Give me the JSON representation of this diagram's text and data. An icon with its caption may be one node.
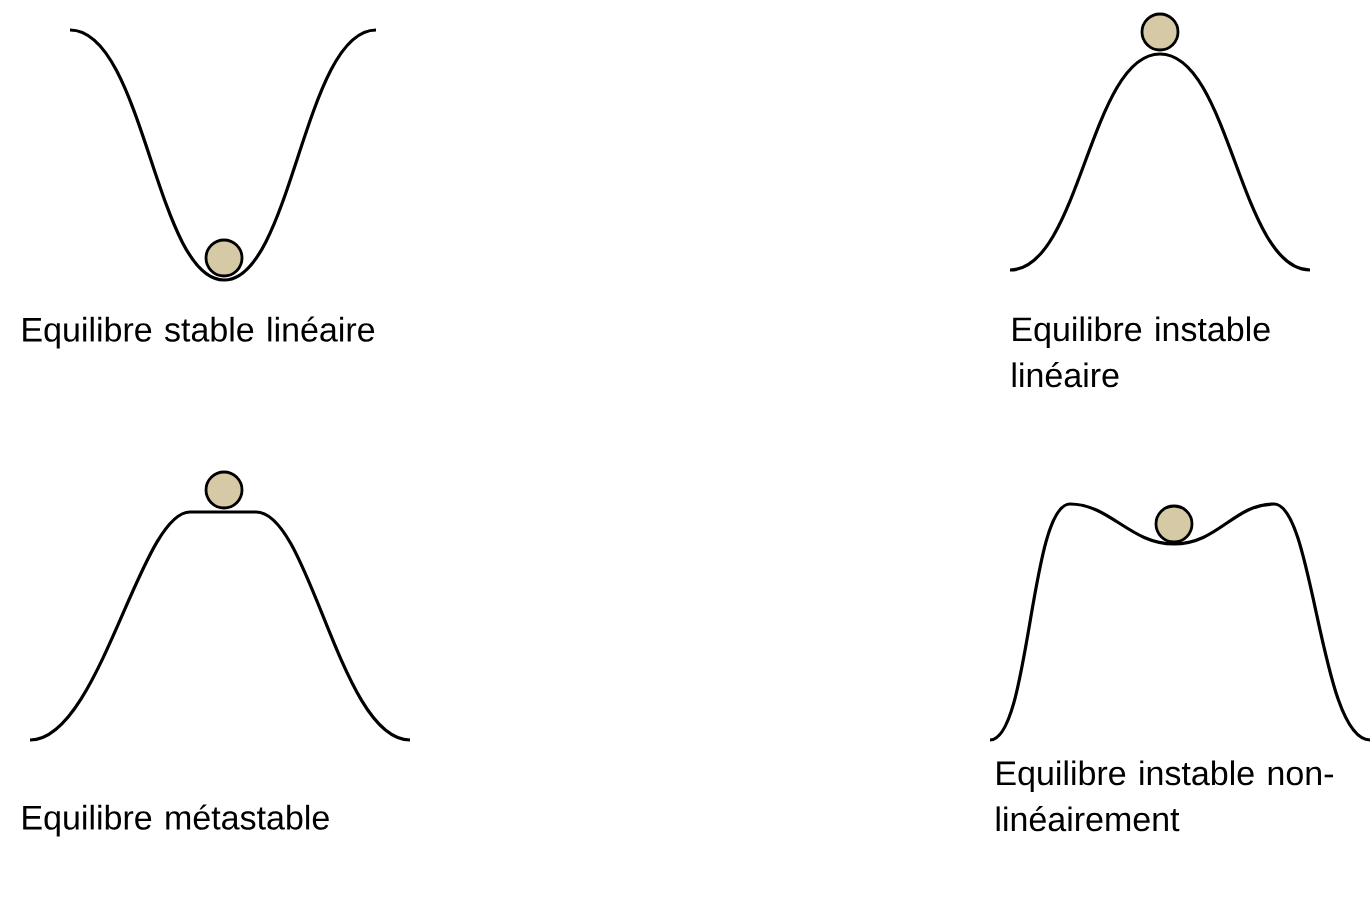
{
  "diagram": {
    "labels": [
      "Equilibre stable linéaire",
      "Equilibre instable linéaire",
      "Equilibre métastable",
      "Equilibre instable non-linéairement"
    ]
  }
}
